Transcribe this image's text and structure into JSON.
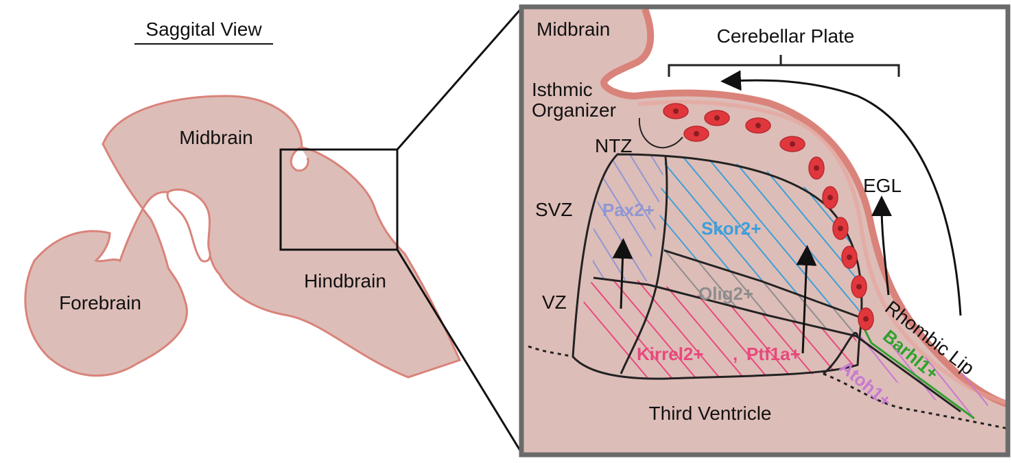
{
  "left_panel": {
    "title": "Saggital View",
    "labels": {
      "midbrain": "Midbrain",
      "hindbrain": "Hindbrain",
      "forebrain": "Forebrain"
    }
  },
  "right_panel": {
    "labels": {
      "midbrain": "Midbrain",
      "cerebellar_plate": "Cerebellar Plate",
      "isthmic_organizer_line1": "Isthmic",
      "isthmic_organizer_line2": "Organizer",
      "ntz": "NTZ",
      "egl": "EGL",
      "svz": "SVZ",
      "vz": "VZ",
      "rhombic_lip": "Rhombic Lip",
      "third_ventricle": "Third Ventricle"
    },
    "markers": {
      "pax2": "Pax2+",
      "skor2": "Skor2+",
      "olig2": "Olig2+",
      "kirrel2": "Kirrel2+",
      "comma": ",",
      "ptf1a": "Ptf1a+",
      "atoh1": "Atoh1+",
      "barhl1": "Barhl1+"
    }
  },
  "colors": {
    "tissue_fill": "#ddbdb8",
    "tissue_outline": "#d9837a",
    "frame_gray": "#6b6b6b",
    "pax2": "#8f97d4",
    "skor2": "#3d9fd9",
    "olig2": "#8d8d8d",
    "kirrel2_ptf1a": "#e8497d",
    "atoh1": "#c77ad0",
    "barhl1": "#2fa12f",
    "cell_red": "#e0373d"
  }
}
